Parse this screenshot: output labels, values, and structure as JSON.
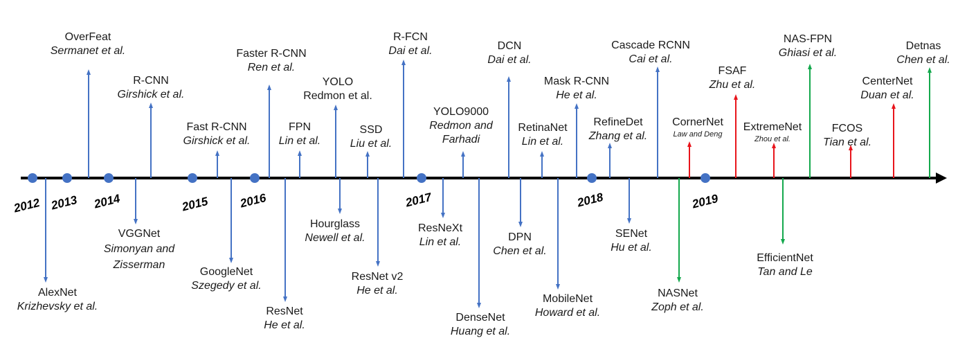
{
  "colors": {
    "axis": "#000000",
    "year_dot": "#4472c4",
    "blue": "#4472c4",
    "red": "#e8141b",
    "green": "#13a84c"
  },
  "years": [
    "2012",
    "2013",
    "2014",
    "2015",
    "2016",
    "2017",
    "2018",
    "2019"
  ],
  "methods": {
    "overfeat": {
      "name": "OverFeat",
      "authors": "Sermanet et al.",
      "color": "blue"
    },
    "rcnn": {
      "name": "R-CNN",
      "authors": "Girshick et al.",
      "color": "blue"
    },
    "fast_rcnn": {
      "name": "Fast R-CNN",
      "authors": "Girshick et al.",
      "color": "blue"
    },
    "faster_rcnn": {
      "name": "Faster R-CNN",
      "authors": "Ren et al.",
      "color": "blue"
    },
    "fpn": {
      "name": "FPN",
      "authors": "Lin et al.",
      "color": "blue"
    },
    "yolo": {
      "name": "YOLO",
      "authors": "Redmon et al.",
      "color": "blue"
    },
    "ssd": {
      "name": "SSD",
      "authors": "Liu et al.",
      "color": "blue"
    },
    "rfcn": {
      "name": "R-FCN",
      "authors": "Dai et al.",
      "color": "blue"
    },
    "yolo9000": {
      "name": "YOLO9000",
      "authors": "Redmon and Farhadi",
      "color": "blue"
    },
    "dcn": {
      "name": "DCN",
      "authors": "Dai et al.",
      "color": "blue"
    },
    "retinanet": {
      "name": "RetinaNet",
      "authors": "Lin et al.",
      "color": "blue"
    },
    "mask_rcnn": {
      "name": "Mask R-CNN",
      "authors": "He et al.",
      "color": "blue"
    },
    "refinedet": {
      "name": "RefineDet",
      "authors": "Zhang et al.",
      "color": "blue"
    },
    "cascade_rcnn": {
      "name": "Cascade RCNN",
      "authors": "Cai et al.",
      "color": "blue"
    },
    "cornernet": {
      "name": "CornerNet",
      "authors": "Law and Deng",
      "color": "red"
    },
    "fsaf": {
      "name": "FSAF",
      "authors": "Zhu et al.",
      "color": "red"
    },
    "extremenet": {
      "name": "ExtremeNet",
      "authors": "Zhou et al.",
      "color": "red"
    },
    "nas_fpn": {
      "name": "NAS-FPN",
      "authors": "Ghiasi et al.",
      "color": "green"
    },
    "fcos": {
      "name": "FCOS",
      "authors": "Tian et al.",
      "color": "red"
    },
    "centernet": {
      "name": "CenterNet",
      "authors": "Duan et al.",
      "color": "red"
    },
    "detnas": {
      "name": "Detnas",
      "authors": "Chen et al.",
      "color": "green"
    },
    "alexnet": {
      "name": "AlexNet",
      "authors": "Krizhevsky et al.",
      "color": "blue"
    },
    "vggnet": {
      "name": "VGGNet",
      "authors": "Simonyan and Zisserman",
      "color": "blue"
    },
    "googlenet": {
      "name": "GoogleNet",
      "authors": "Szegedy et al.",
      "color": "blue"
    },
    "resnet": {
      "name": "ResNet",
      "authors": "He et al.",
      "color": "blue"
    },
    "hourglass": {
      "name": "Hourglass",
      "authors": "Newell et al.",
      "color": "blue"
    },
    "resnet_v2": {
      "name": "ResNet v2",
      "authors": "He et al.",
      "color": "blue"
    },
    "resnext": {
      "name": "ResNeXt",
      "authors": "Lin et al.",
      "color": "blue"
    },
    "densenet": {
      "name": "DenseNet",
      "authors": "Huang et al.",
      "color": "blue"
    },
    "dpn": {
      "name": "DPN",
      "authors": "Chen et al.",
      "color": "blue"
    },
    "mobilenet": {
      "name": "MobileNet",
      "authors": "Howard et al.",
      "color": "blue"
    },
    "senet": {
      "name": "SENet",
      "authors": "Hu et al.",
      "color": "blue"
    },
    "nasnet": {
      "name": "NASNet",
      "authors": "Zoph et al.",
      "color": "green"
    },
    "efficientnet": {
      "name": "EfficientNet",
      "authors": "Tan and Le",
      "color": "green"
    }
  }
}
